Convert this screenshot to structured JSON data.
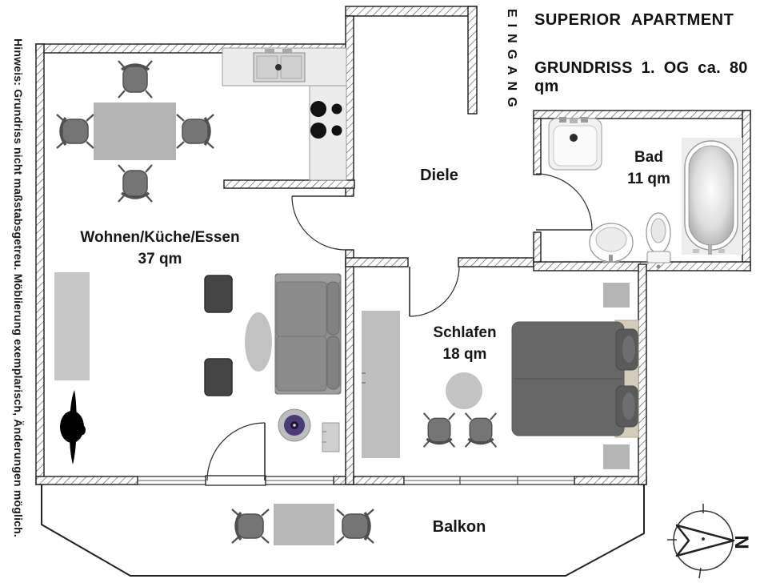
{
  "header": {
    "title": "SUPERIOR APARTMENT",
    "subtitle": "GRUNDRISS 1. OG ca. 80 qm"
  },
  "note": {
    "text": "Hinweis: Grundriss nicht maßstabsgetreu. Möblierung exemplarisch, Änderungen möglich."
  },
  "entrance": {
    "label": "EINGANG"
  },
  "rooms": {
    "living": {
      "name": "Wohnen/Küche/Essen",
      "area": "37 qm"
    },
    "hall": {
      "name": "Diele"
    },
    "bath": {
      "name": "Bad",
      "area": "11 qm"
    },
    "bedroom": {
      "name": "Schlafen",
      "area": "18 qm"
    },
    "balcony": {
      "name": "Balkon"
    }
  },
  "compass": {
    "north_label": "N"
  },
  "colors": {
    "wall_outline": "#1a1a1a",
    "hatch": "#4a4a4a",
    "furniture_light": "#c6c6c6",
    "furniture_mid": "#8c8c8c",
    "furniture_dark": "#474747",
    "bed": "#676767",
    "accent_purple": "#4a3a75",
    "bedframe_beige": "#d3ccbc"
  }
}
